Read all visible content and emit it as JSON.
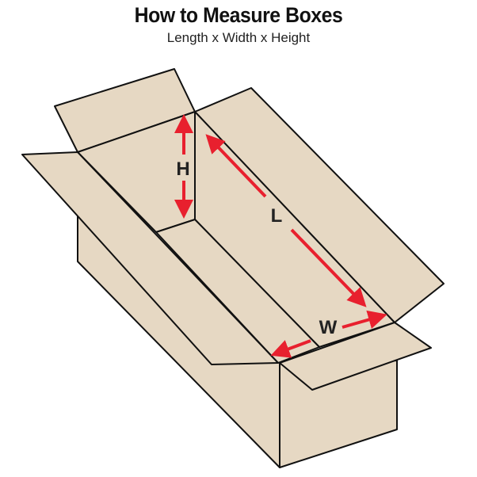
{
  "header": {
    "title": "How to Measure Boxes",
    "subtitle": "Length x Width x Height"
  },
  "labels": {
    "height": "H",
    "length": "L",
    "width": "W"
  },
  "colors": {
    "cardboard": "#e6d8c3",
    "arrow": "#e8202e",
    "outline": "#111111"
  }
}
